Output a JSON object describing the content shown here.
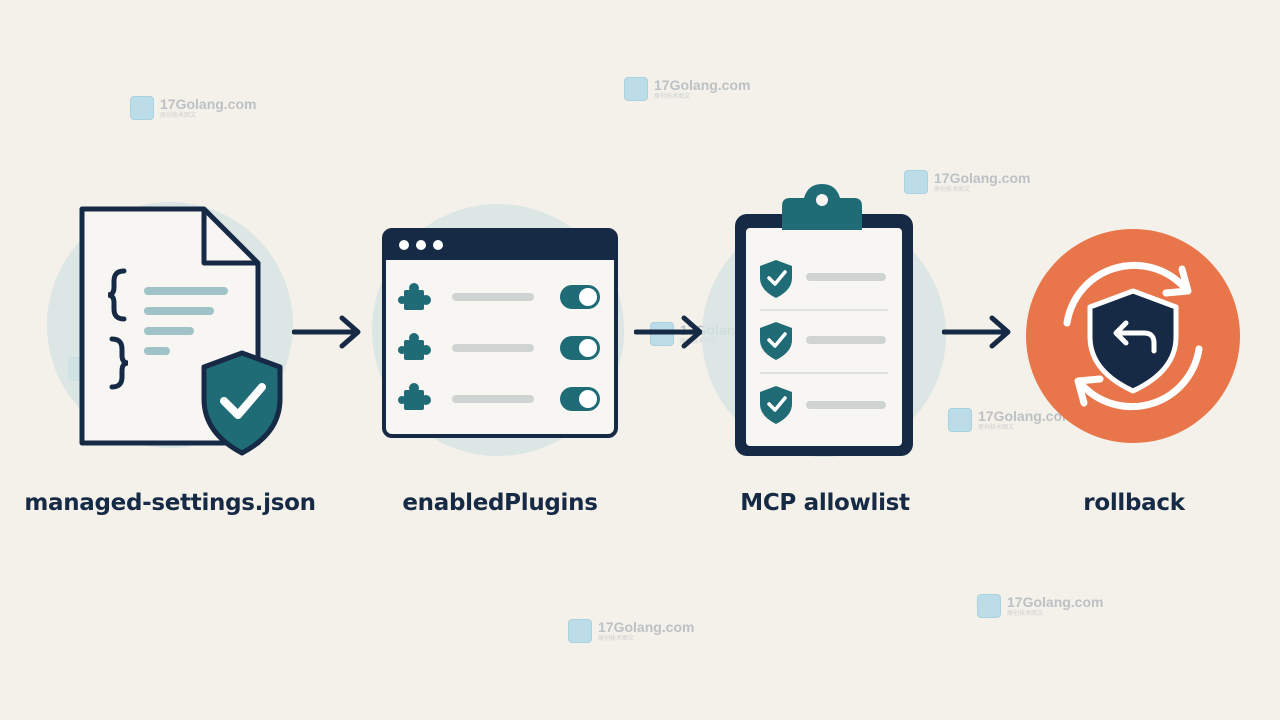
{
  "diagram": {
    "steps": [
      {
        "label": "managed-settings.json",
        "icon": "json-file-shield-icon"
      },
      {
        "label": "enabledPlugins",
        "icon": "plugin-toggle-window-icon"
      },
      {
        "label": "MCP allowlist",
        "icon": "shield-checklist-clipboard-icon"
      },
      {
        "label": "rollback",
        "icon": "rollback-cycle-shield-icon"
      }
    ],
    "connectors": [
      "arrow-right-icon",
      "arrow-right-icon",
      "arrow-right-icon"
    ]
  },
  "watermark": {
    "text": "17Golang.com",
    "subtext": "原创技术图文"
  },
  "colors": {
    "background": "#f4f1ea",
    "navy": "#172a45",
    "teal": "#1f6b76",
    "orange": "#e8764a",
    "halo": "#d6e4e2",
    "line": "#9fc3c6"
  }
}
